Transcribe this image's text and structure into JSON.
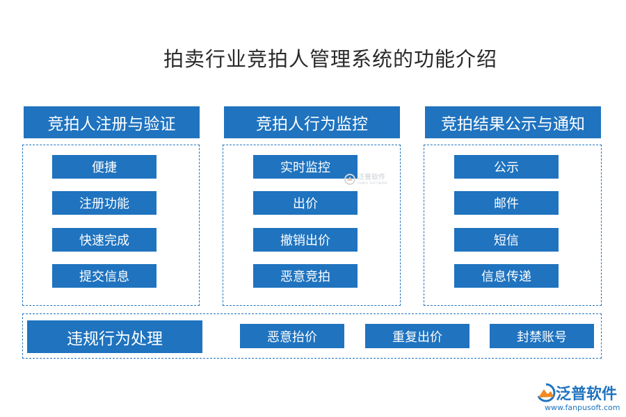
{
  "title": "拍卖行业竞拍人管理系统的功能介绍",
  "columns": [
    {
      "header": "竞拍人注册与验证",
      "items": [
        "便捷",
        "注册功能",
        "快速完成",
        "提交信息"
      ]
    },
    {
      "header": "竞拍人行为监控",
      "items": [
        "实时监控",
        "出价",
        "撤销出价",
        "恶意竞拍"
      ]
    },
    {
      "header": "竞拍结果公示与通知",
      "items": [
        "公示",
        "邮件",
        "短信",
        "信息传递"
      ]
    }
  ],
  "bottom": {
    "header": "违规行为处理",
    "items": [
      "恶意抬价",
      "重复出价",
      "封禁账号"
    ]
  },
  "watermark": {
    "text": "泛普软件",
    "sub": "FANPU SOFTWARE"
  },
  "logo": {
    "name": "泛普软件",
    "url": "www.fanpusoft.com"
  },
  "colors": {
    "accent": "#1f73bf",
    "logo_orange": "#f08a24"
  }
}
